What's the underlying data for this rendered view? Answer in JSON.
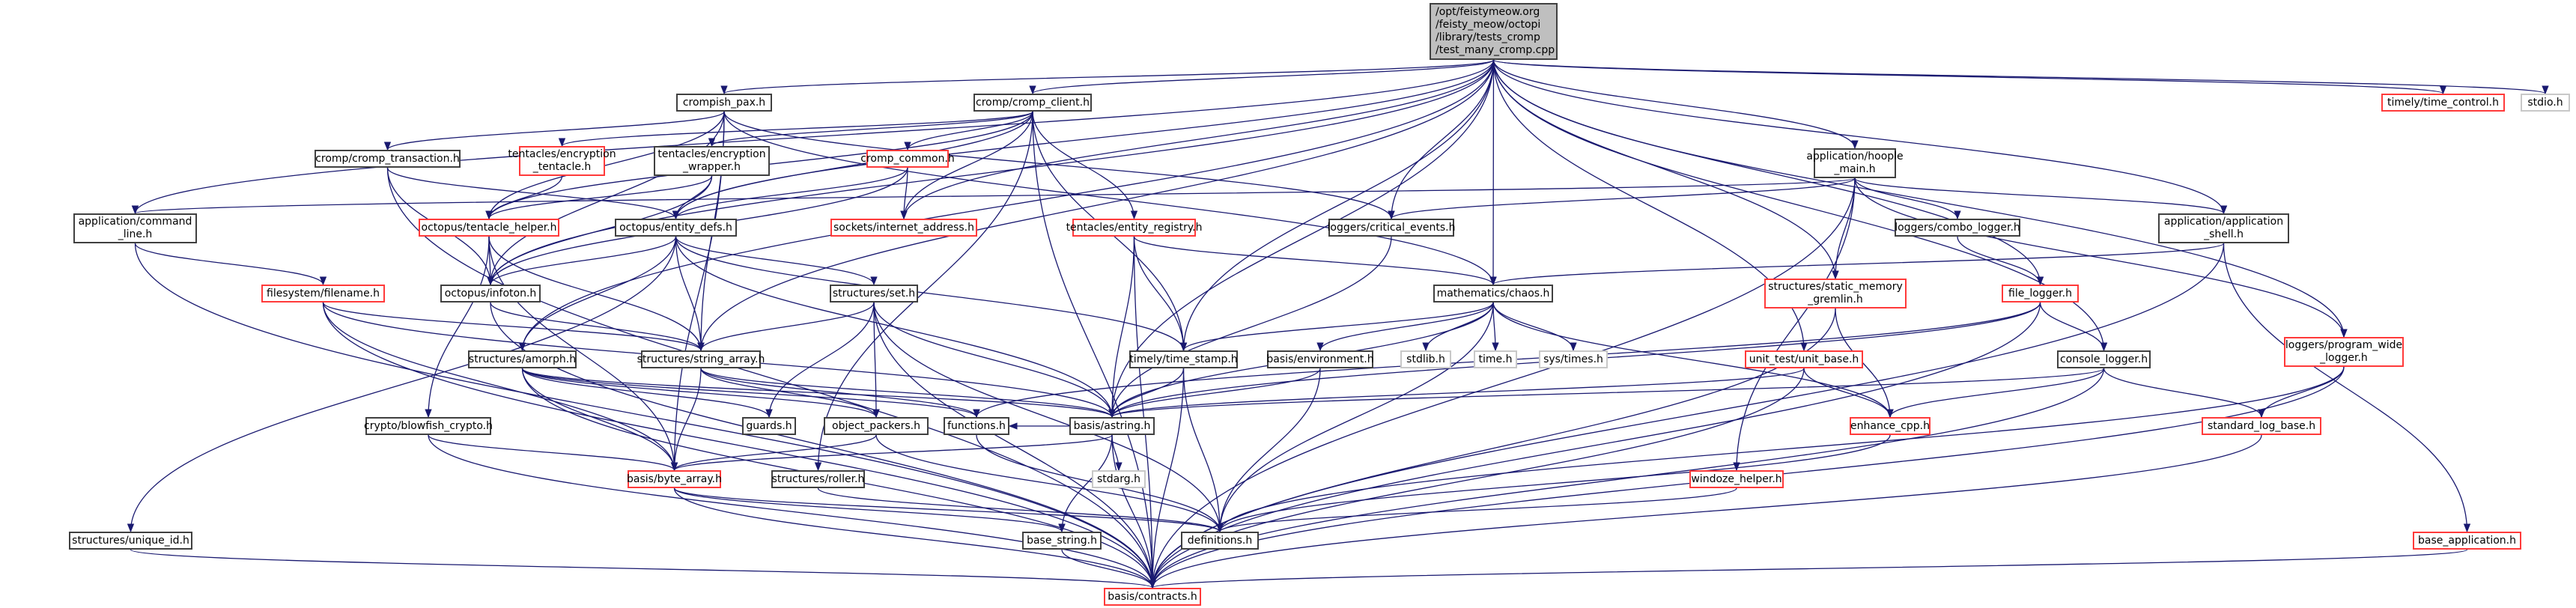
{
  "title": "Include dependency graph for test_many_cromp.cpp",
  "edge_color": "#191970",
  "nodes": [
    {
      "id": "root",
      "label": "/opt/feistymeow.org\n/feisty_meow/octopi\n/library/tests_cromp\n/test_many_cromp.cpp",
      "kind": "root"
    },
    {
      "id": "crompish_pax",
      "label": "crompish_pax.h",
      "kind": "normal"
    },
    {
      "id": "cromp_client",
      "label": "cromp/cromp_client.h",
      "kind": "normal"
    },
    {
      "id": "time_control",
      "label": "timely/time_control.h",
      "kind": "red"
    },
    {
      "id": "stdio",
      "label": "stdio.h",
      "kind": "gray"
    },
    {
      "id": "cromp_transaction",
      "label": "cromp/cromp_transaction.h",
      "kind": "normal"
    },
    {
      "id": "encryption_tentacle",
      "label": "tentacles/encryption\n_tentacle.h",
      "kind": "red"
    },
    {
      "id": "encryption_wrapper",
      "label": "tentacles/encryption\n_wrapper.h",
      "kind": "normal"
    },
    {
      "id": "cromp_common",
      "label": "cromp_common.h",
      "kind": "red"
    },
    {
      "id": "hoople_main",
      "label": "application/hoople\n_main.h",
      "kind": "normal"
    },
    {
      "id": "command_line",
      "label": "application/command\n_line.h",
      "kind": "normal"
    },
    {
      "id": "tentacle_helper",
      "label": "octopus/tentacle_helper.h",
      "kind": "red"
    },
    {
      "id": "entity_defs",
      "label": "octopus/entity_defs.h",
      "kind": "normal"
    },
    {
      "id": "internet_address",
      "label": "sockets/internet_address.h",
      "kind": "red"
    },
    {
      "id": "entity_registry",
      "label": "tentacles/entity_registry.h",
      "kind": "red"
    },
    {
      "id": "critical_events",
      "label": "loggers/critical_events.h",
      "kind": "normal"
    },
    {
      "id": "combo_logger",
      "label": "loggers/combo_logger.h",
      "kind": "normal"
    },
    {
      "id": "application_shell",
      "label": "application/application\n_shell.h",
      "kind": "normal"
    },
    {
      "id": "filename",
      "label": "filesystem/filename.h",
      "kind": "red"
    },
    {
      "id": "infoton",
      "label": "octopus/infoton.h",
      "kind": "normal"
    },
    {
      "id": "set",
      "label": "structures/set.h",
      "kind": "normal"
    },
    {
      "id": "chaos",
      "label": "mathematics/chaos.h",
      "kind": "normal"
    },
    {
      "id": "static_memory_gremlin",
      "label": "structures/static_memory\n_gremlin.h",
      "kind": "red"
    },
    {
      "id": "file_logger",
      "label": "file_logger.h",
      "kind": "red"
    },
    {
      "id": "amorph",
      "label": "structures/amorph.h",
      "kind": "normal"
    },
    {
      "id": "string_array",
      "label": "structures/string_array.h",
      "kind": "normal"
    },
    {
      "id": "time_stamp",
      "label": "timely/time_stamp.h",
      "kind": "normal"
    },
    {
      "id": "environment",
      "label": "basis/environment.h",
      "kind": "normal"
    },
    {
      "id": "stdlib",
      "label": "stdlib.h",
      "kind": "gray"
    },
    {
      "id": "time",
      "label": "time.h",
      "kind": "gray"
    },
    {
      "id": "sys_times",
      "label": "sys/times.h",
      "kind": "gray"
    },
    {
      "id": "unit_base",
      "label": "unit_test/unit_base.h",
      "kind": "red"
    },
    {
      "id": "console_logger",
      "label": "console_logger.h",
      "kind": "normal"
    },
    {
      "id": "program_wide_logger",
      "label": "loggers/program_wide\n_logger.h",
      "kind": "red"
    },
    {
      "id": "blowfish_crypto",
      "label": "crypto/blowfish_crypto.h",
      "kind": "normal"
    },
    {
      "id": "guards",
      "label": "guards.h",
      "kind": "normal"
    },
    {
      "id": "object_packers",
      "label": "object_packers.h",
      "kind": "normal"
    },
    {
      "id": "functions",
      "label": "functions.h",
      "kind": "normal"
    },
    {
      "id": "astring",
      "label": "basis/astring.h",
      "kind": "normal"
    },
    {
      "id": "enhance_cpp",
      "label": "enhance_cpp.h",
      "kind": "red"
    },
    {
      "id": "standard_log_base",
      "label": "standard_log_base.h",
      "kind": "red"
    },
    {
      "id": "byte_array",
      "label": "basis/byte_array.h",
      "kind": "red"
    },
    {
      "id": "roller",
      "label": "structures/roller.h",
      "kind": "normal"
    },
    {
      "id": "stdarg",
      "label": "stdarg.h",
      "kind": "gray"
    },
    {
      "id": "windoze_helper",
      "label": "windoze_helper.h",
      "kind": "red"
    },
    {
      "id": "unique_id",
      "label": "structures/unique_id.h",
      "kind": "normal"
    },
    {
      "id": "base_string",
      "label": "base_string.h",
      "kind": "normal"
    },
    {
      "id": "definitions",
      "label": "definitions.h",
      "kind": "normal"
    },
    {
      "id": "base_application",
      "label": "base_application.h",
      "kind": "red"
    },
    {
      "id": "contracts",
      "label": "basis/contracts.h",
      "kind": "red"
    }
  ],
  "edges": [
    [
      "root",
      "crompish_pax"
    ],
    [
      "root",
      "cromp_client"
    ],
    [
      "root",
      "time_control"
    ],
    [
      "root",
      "stdio"
    ],
    [
      "root",
      "hoople_main"
    ],
    [
      "root",
      "command_line"
    ],
    [
      "root",
      "internet_address"
    ],
    [
      "root",
      "critical_events"
    ],
    [
      "root",
      "application_shell"
    ],
    [
      "root",
      "chaos"
    ],
    [
      "root",
      "static_memory_gremlin"
    ],
    [
      "root",
      "file_logger"
    ],
    [
      "root",
      "time_stamp"
    ],
    [
      "root",
      "unit_base"
    ],
    [
      "root",
      "console_logger"
    ],
    [
      "root",
      "program_wide_logger"
    ],
    [
      "root",
      "astring"
    ],
    [
      "root",
      "entity_defs"
    ],
    [
      "root",
      "infoton"
    ],
    [
      "root",
      "string_array"
    ],
    [
      "root",
      "amorph"
    ],
    [
      "crompish_pax",
      "cromp_transaction"
    ],
    [
      "crompish_pax",
      "tentacle_helper"
    ],
    [
      "crompish_pax",
      "infoton"
    ],
    [
      "crompish_pax",
      "string_array"
    ],
    [
      "crompish_pax",
      "critical_events"
    ],
    [
      "crompish_pax",
      "chaos"
    ],
    [
      "crompish_pax",
      "byte_array"
    ],
    [
      "cromp_client",
      "encryption_tentacle"
    ],
    [
      "cromp_client",
      "encryption_wrapper"
    ],
    [
      "cromp_client",
      "cromp_common"
    ],
    [
      "cromp_client",
      "internet_address"
    ],
    [
      "cromp_client",
      "entity_registry"
    ],
    [
      "cromp_client",
      "time_stamp"
    ],
    [
      "cromp_client",
      "tentacle_helper"
    ],
    [
      "cromp_client",
      "entity_defs"
    ],
    [
      "cromp_client",
      "roller"
    ],
    [
      "cromp_client",
      "contracts"
    ],
    [
      "cromp_transaction",
      "infoton"
    ],
    [
      "cromp_transaction",
      "entity_defs"
    ],
    [
      "cromp_transaction",
      "contracts"
    ],
    [
      "encryption_tentacle",
      "tentacle_helper"
    ],
    [
      "encryption_wrapper",
      "tentacle_helper"
    ],
    [
      "encryption_wrapper",
      "entity_defs"
    ],
    [
      "encryption_wrapper",
      "infoton"
    ],
    [
      "cromp_common",
      "internet_address"
    ],
    [
      "cromp_common",
      "entity_defs"
    ],
    [
      "cromp_common",
      "infoton"
    ],
    [
      "hoople_main",
      "command_line"
    ],
    [
      "hoople_main",
      "critical_events"
    ],
    [
      "hoople_main",
      "combo_logger"
    ],
    [
      "hoople_main",
      "application_shell"
    ],
    [
      "hoople_main",
      "static_memory_gremlin"
    ],
    [
      "hoople_main",
      "program_wide_logger"
    ],
    [
      "hoople_main",
      "windoze_helper"
    ],
    [
      "hoople_main",
      "contracts"
    ],
    [
      "command_line",
      "filename"
    ],
    [
      "command_line",
      "contracts"
    ],
    [
      "tentacle_helper",
      "infoton"
    ],
    [
      "tentacle_helper",
      "string_array"
    ],
    [
      "tentacle_helper",
      "byte_array"
    ],
    [
      "tentacle_helper",
      "blowfish_crypto"
    ],
    [
      "entity_defs",
      "infoton"
    ],
    [
      "entity_defs",
      "set"
    ],
    [
      "entity_defs",
      "amorph"
    ],
    [
      "entity_defs",
      "time_stamp"
    ],
    [
      "entity_defs",
      "astring"
    ],
    [
      "entity_defs",
      "string_array"
    ],
    [
      "entity_defs",
      "unique_id"
    ],
    [
      "entity_registry",
      "chaos"
    ],
    [
      "entity_registry",
      "astring"
    ],
    [
      "entity_registry",
      "time_stamp"
    ],
    [
      "entity_registry",
      "contracts"
    ],
    [
      "critical_events",
      "astring"
    ],
    [
      "combo_logger",
      "file_logger"
    ],
    [
      "application_shell",
      "chaos"
    ],
    [
      "application_shell",
      "base_application"
    ],
    [
      "application_shell",
      "contracts"
    ],
    [
      "filename",
      "string_array"
    ],
    [
      "filename",
      "byte_array"
    ],
    [
      "filename",
      "astring"
    ],
    [
      "filename",
      "contracts"
    ],
    [
      "infoton",
      "string_array"
    ],
    [
      "infoton",
      "contracts"
    ],
    [
      "set",
      "string_array"
    ],
    [
      "set",
      "guards"
    ],
    [
      "set",
      "object_packers"
    ],
    [
      "set",
      "astring"
    ],
    [
      "set",
      "definitions"
    ],
    [
      "set",
      "contracts"
    ],
    [
      "chaos",
      "time_stamp"
    ],
    [
      "chaos",
      "environment"
    ],
    [
      "chaos",
      "stdlib"
    ],
    [
      "chaos",
      "time"
    ],
    [
      "chaos",
      "sys_times"
    ],
    [
      "chaos",
      "enhance_cpp"
    ],
    [
      "chaos",
      "astring"
    ],
    [
      "chaos",
      "definitions"
    ],
    [
      "static_memory_gremlin",
      "enhance_cpp"
    ],
    [
      "static_memory_gremlin",
      "contracts"
    ],
    [
      "file_logger",
      "console_logger"
    ],
    [
      "file_logger",
      "astring"
    ],
    [
      "file_logger",
      "contracts"
    ],
    [
      "file_logger",
      "functions"
    ],
    [
      "amorph",
      "guards"
    ],
    [
      "amorph",
      "object_packers"
    ],
    [
      "amorph",
      "functions"
    ],
    [
      "amorph",
      "astring"
    ],
    [
      "amorph",
      "contracts"
    ],
    [
      "amorph",
      "byte_array"
    ],
    [
      "string_array",
      "byte_array"
    ],
    [
      "string_array",
      "object_packers"
    ],
    [
      "string_array",
      "functions"
    ],
    [
      "string_array",
      "astring"
    ],
    [
      "time_stamp",
      "astring"
    ],
    [
      "time_stamp",
      "definitions"
    ],
    [
      "time_stamp",
      "contracts"
    ],
    [
      "environment",
      "astring"
    ],
    [
      "environment",
      "definitions"
    ],
    [
      "unit_base",
      "enhance_cpp"
    ],
    [
      "unit_base",
      "astring"
    ],
    [
      "unit_base",
      "contracts"
    ],
    [
      "console_logger",
      "enhance_cpp"
    ],
    [
      "console_logger",
      "standard_log_base"
    ],
    [
      "console_logger",
      "astring"
    ],
    [
      "console_logger",
      "contracts"
    ],
    [
      "program_wide_logger",
      "standard_log_base"
    ],
    [
      "program_wide_logger",
      "definitions"
    ],
    [
      "program_wide_logger",
      "contracts"
    ],
    [
      "blowfish_crypto",
      "byte_array"
    ],
    [
      "blowfish_crypto",
      "contracts"
    ],
    [
      "object_packers",
      "byte_array"
    ],
    [
      "object_packers",
      "definitions"
    ],
    [
      "functions",
      "definitions"
    ],
    [
      "astring",
      "byte_array"
    ],
    [
      "astring",
      "base_string"
    ],
    [
      "astring",
      "stdarg"
    ],
    [
      "astring",
      "contracts"
    ],
    [
      "astring",
      "functions"
    ],
    [
      "enhance_cpp",
      "definitions"
    ],
    [
      "standard_log_base",
      "contracts"
    ],
    [
      "byte_array",
      "base_string"
    ],
    [
      "byte_array",
      "definitions"
    ],
    [
      "byte_array",
      "contracts"
    ],
    [
      "roller",
      "definitions"
    ],
    [
      "windoze_helper",
      "definitions"
    ],
    [
      "unique_id",
      "contracts"
    ],
    [
      "base_string",
      "contracts"
    ],
    [
      "base_application",
      "contracts"
    ]
  ]
}
